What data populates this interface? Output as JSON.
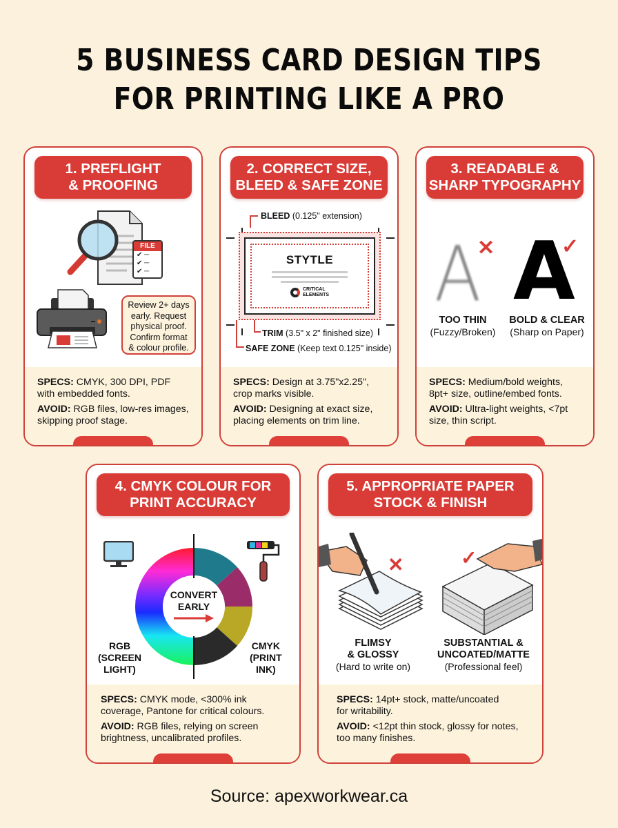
{
  "title": {
    "line1": "5 BUSINESS CARD DESIGN TIPS",
    "line2": "FOR PRINTING LIKE A PRO"
  },
  "colors": {
    "background": "#fbf1dc",
    "accent_red": "#d93b36",
    "card_border": "#d0403a",
    "footer_bg": "#fdf3dd"
  },
  "cards": [
    {
      "heading_line1": "1. PREFLIGHT",
      "heading_line2": "& PROOFING",
      "illustration": {
        "icons": [
          "magnifier-icon",
          "document-icon",
          "file-checklist-icon",
          "printer-icon"
        ],
        "file_label": "FILE",
        "bubble_lines": [
          "Review 2+ days",
          "early. Request",
          "physical proof.",
          "Confirm format",
          "& colour profile."
        ]
      },
      "specs_label": "SPECS:",
      "specs_text": " CMYK, 300 DPI, PDF with embedded fonts.",
      "avoid_label": "AVOID:",
      "avoid_text": " RGB files, low-res images, skipping proof stage."
    },
    {
      "heading_line1": "2. CORRECT SIZE,",
      "heading_line2": "BLEED & SAFE ZONE",
      "illustration": {
        "bleed_label": "BLEED",
        "bleed_note": " (0.125\" extension)",
        "card_name": "STYTLE",
        "logo_line1": "CRITICAL",
        "logo_line2": "ELEMENTS",
        "trim_label": "TRIM",
        "trim_note": " (3.5\" x 2\" finished size)",
        "safe_label": "SAFE ZONE",
        "safe_note": " (Keep text 0.125\" inside)"
      },
      "specs_label": "SPECS:",
      "specs_text": " Design at 3.75\"x2.25\", crop marks visible.",
      "avoid_label": "AVOID:",
      "avoid_text": " Designing at exact size, placing elements on trim line."
    },
    {
      "heading_line1": "3. READABLE &",
      "heading_line2": "SHARP TYPOGRAPHY",
      "illustration": {
        "bad_glyph": "A",
        "good_glyph": "A",
        "bad_title": "TOO THIN",
        "bad_sub": "(Fuzzy/Broken)",
        "good_title": "BOLD & CLEAR",
        "good_sub": "(Sharp on Paper)"
      },
      "specs_label": "SPECS:",
      "specs_text": " Medium/bold weights, 8pt+ size, outline/embed fonts.",
      "avoid_label": "AVOID:",
      "avoid_text": " Ultra-light weights, <7pt size, thin script."
    },
    {
      "heading_line1": "4. CMYK COLOUR FOR",
      "heading_line2": "PRINT ACCURACY",
      "illustration": {
        "center_line1": "CONVERT",
        "center_line2": "EARLY",
        "left_lines": [
          "RGB",
          "(SCREEN",
          "LIGHT)"
        ],
        "right_lines": [
          "CMYK",
          "(PRINT",
          "INK)"
        ],
        "cmyk_colors": [
          "#1f7a8c",
          "#9b2c6a",
          "#b9a726",
          "#2a2a2a"
        ]
      },
      "specs_label": "SPECS:",
      "specs_text": " CMYK mode, <300% ink coverage, Pantone for critical colours.",
      "avoid_label": "AVOID:",
      "avoid_text": " RGB files, relying on screen brightness, uncalibrated profiles."
    },
    {
      "heading_line1": "5. APPROPRIATE PAPER",
      "heading_line2": "STOCK & FINISH",
      "illustration": {
        "bad_lines": [
          "FLIMSY",
          "& GLOSSY"
        ],
        "bad_sub": "(Hard to write on)",
        "good_lines": [
          "SUBSTANTIAL &",
          "UNCOATED/MATTE"
        ],
        "good_sub": "(Professional feel)"
      },
      "specs_label": "SPECS:",
      "specs_text": " 14pt+ stock, matte/uncoated for writability.",
      "avoid_label": "AVOID:",
      "avoid_text": " <12pt thin stock, glossy for notes, too many finishes."
    }
  ],
  "source": "Source: apexworkwear.ca"
}
